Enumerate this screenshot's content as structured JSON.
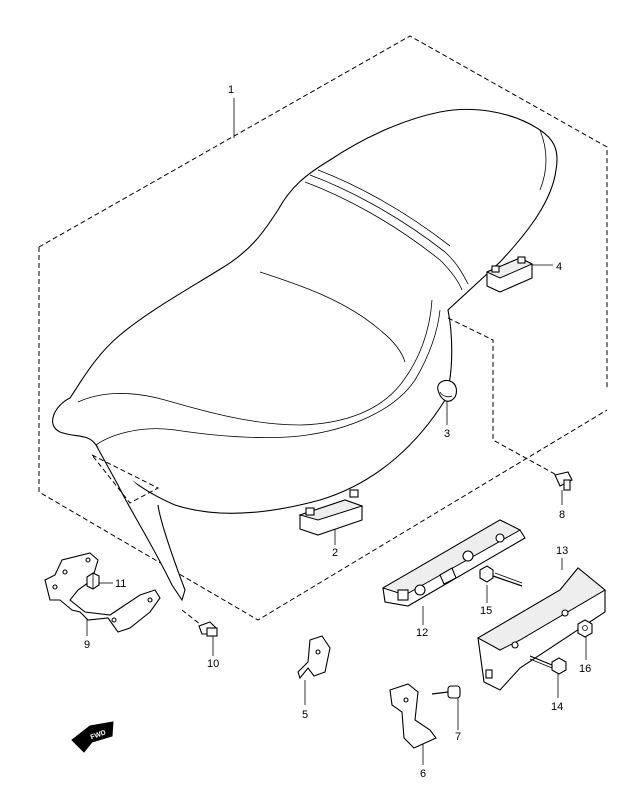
{
  "diagram": {
    "callouts": [
      {
        "id": "callout-1",
        "text": "1"
      },
      {
        "id": "callout-2",
        "text": "2"
      },
      {
        "id": "callout-3",
        "text": "3"
      },
      {
        "id": "callout-4",
        "text": "4"
      },
      {
        "id": "callout-5",
        "text": "5"
      },
      {
        "id": "callout-6",
        "text": "6"
      },
      {
        "id": "callout-7",
        "text": "7"
      },
      {
        "id": "callout-8",
        "text": "8"
      },
      {
        "id": "callout-9",
        "text": "9"
      },
      {
        "id": "callout-10",
        "text": "10"
      },
      {
        "id": "callout-11",
        "text": "11"
      },
      {
        "id": "callout-12",
        "text": "12"
      },
      {
        "id": "callout-13",
        "text": "13"
      },
      {
        "id": "callout-14",
        "text": "14"
      },
      {
        "id": "callout-15",
        "text": "15"
      },
      {
        "id": "callout-16",
        "text": "16"
      }
    ],
    "forward_arrow_text": "FWD"
  }
}
